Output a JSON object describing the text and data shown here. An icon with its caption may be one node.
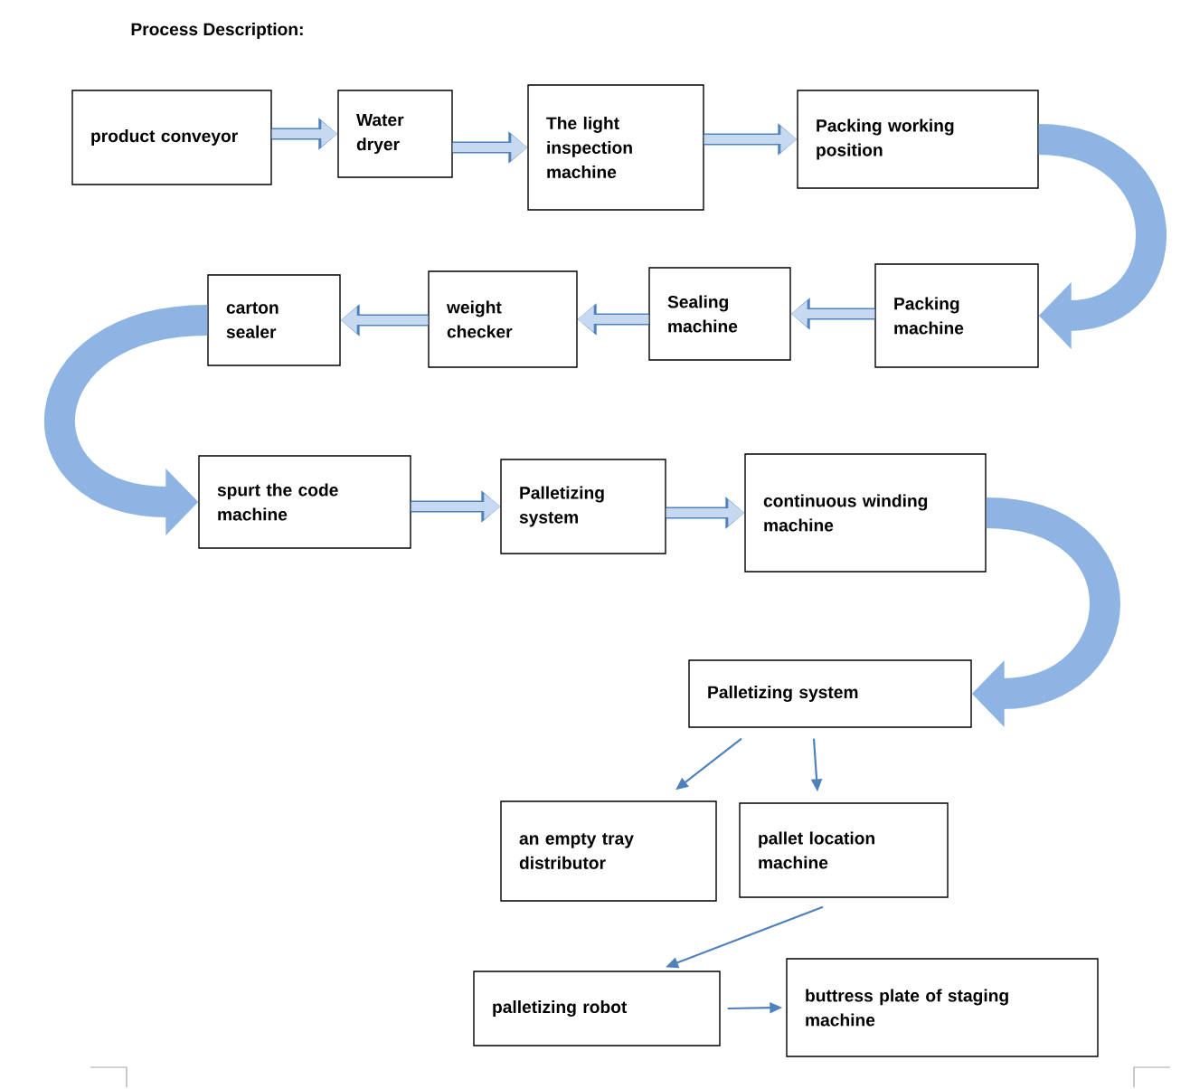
{
  "diagram": {
    "title": "Process Description:",
    "nodes": [
      {
        "text": [
          "product conveyor"
        ]
      },
      {
        "text": [
          "Water dryer"
        ]
      },
      {
        "text": [
          "The light inspection machine"
        ]
      },
      {
        "text": [
          "Packing working position"
        ]
      },
      {
        "text": [
          "Packing machine"
        ]
      },
      {
        "text": [
          "Sealing machine"
        ]
      },
      {
        "text": [
          "weight checker"
        ]
      },
      {
        "text": [
          "carton sealer"
        ]
      },
      {
        "text": [
          "spurt the code machine"
        ]
      },
      {
        "text": [
          "Palletizing system"
        ]
      },
      {
        "text": [
          "continuous winding machine"
        ]
      },
      {
        "text": [
          "Palletizing system"
        ]
      },
      {
        "text": [
          "an empty tray distributor"
        ]
      },
      {
        "text": [
          "pallet location machine"
        ]
      },
      {
        "text": [
          "palletizing robot"
        ]
      },
      {
        "text": [
          "buttress plate of staging machine"
        ]
      }
    ],
    "edges": [
      {
        "from": 0,
        "to": 1,
        "arrow": "to"
      },
      {
        "from": 1,
        "to": 2,
        "arrow": "to"
      },
      {
        "from": 2,
        "to": 3,
        "arrow": "to"
      },
      {
        "from": 3,
        "to": 4,
        "arrow": "to",
        "style": "thick",
        "color": "#8eb4e3"
      },
      {
        "from": 4,
        "to": 5,
        "arrow": "to"
      },
      {
        "from": 5,
        "to": 6,
        "arrow": "to"
      },
      {
        "from": 6,
        "to": 7,
        "arrow": "to"
      },
      {
        "from": 7,
        "to": 8,
        "arrow": "to",
        "style": "thick",
        "color": "#8eb4e3"
      },
      {
        "from": 8,
        "to": 9,
        "arrow": "to"
      },
      {
        "from": 9,
        "to": 10,
        "arrow": "to"
      },
      {
        "from": 10,
        "to": 11,
        "arrow": "to",
        "style": "thick",
        "color": "#8eb4e3"
      },
      {
        "from": 11,
        "to": 12,
        "arrow": "to",
        "color": "#4f81bd"
      },
      {
        "from": 11,
        "to": 13,
        "arrow": "to",
        "color": "#4f81bd"
      },
      {
        "from": 13,
        "to": 14,
        "arrow": "to",
        "color": "#4f81bd"
      },
      {
        "from": 14,
        "to": 15,
        "arrow": "to",
        "color": "#4f81bd"
      }
    ]
  }
}
